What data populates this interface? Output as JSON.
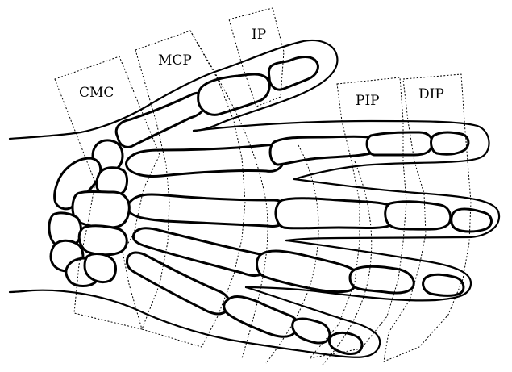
{
  "diagram": {
    "labels": {
      "cmc": "CMC",
      "mcp": "MCP",
      "ip": "IP",
      "pip": "PIP",
      "dip": "DIP"
    }
  }
}
